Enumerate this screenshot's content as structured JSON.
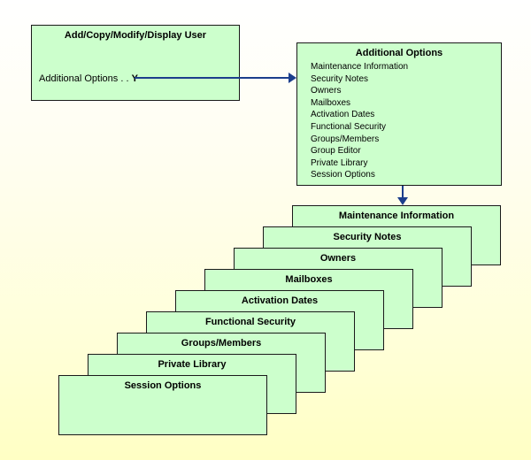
{
  "user_box": {
    "title": "Add/Copy/Modify/Display User",
    "field_label": "Additional Options . . ",
    "field_value": "Y"
  },
  "options_box": {
    "title": "Additional Options",
    "items": [
      "Maintenance Information",
      "Security Notes",
      "Owners",
      "Mailboxes",
      "Activation Dates",
      "Functional Security",
      "Groups/Members",
      "Group Editor",
      "Private Library",
      "Session Options"
    ]
  },
  "cascade": {
    "boxes": [
      "Maintenance Information",
      "Security Notes",
      "Owners",
      "Mailboxes",
      "Activation Dates",
      "Functional Security",
      "Groups/Members",
      "Private Library",
      "Session Options"
    ]
  },
  "colors": {
    "box_fill": "#ccffcc",
    "box_border": "#1a1a1a",
    "arrow": "#1c3e8c",
    "background_bottom": "#ffffc4"
  }
}
